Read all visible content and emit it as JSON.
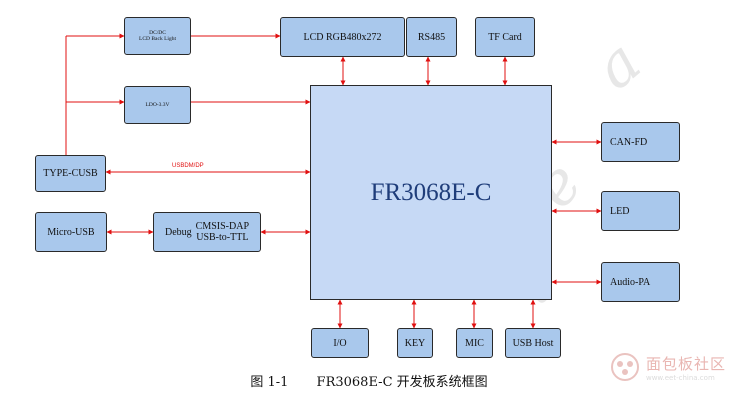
{
  "chip": {
    "name": "FR3068E-C"
  },
  "blocks": {
    "dcdc_line1": "DC/DC",
    "dcdc_line2": "LCD Back Light",
    "ldo": "LDO-3.3V",
    "typec": "TYPE-CUSB",
    "microusb": "Micro-USB",
    "debug_label": "Debug",
    "debug_line1": "CMSIS-DAP",
    "debug_line2": "USB-to-TTL",
    "lcd": "LCD RGB480x272",
    "rs485": "RS485",
    "tfcard": "TF Card",
    "canfd": "CAN-FD",
    "led": "LED",
    "audiopa": "Audio-PA",
    "io": "I/O",
    "key": "KEY",
    "mic": "MIC",
    "usbhost": "USB Host"
  },
  "signal_label": "USBDM/DP",
  "caption": {
    "figure": "图  1-1",
    "title": "FR3068E-C 开发板系统框图"
  },
  "watermark": {
    "cn": "面包板社区",
    "en": "www.eet-china.com"
  },
  "colors": {
    "block": "#a9c8ec",
    "chip": "#c6d9f5",
    "wire": "#e01010"
  }
}
